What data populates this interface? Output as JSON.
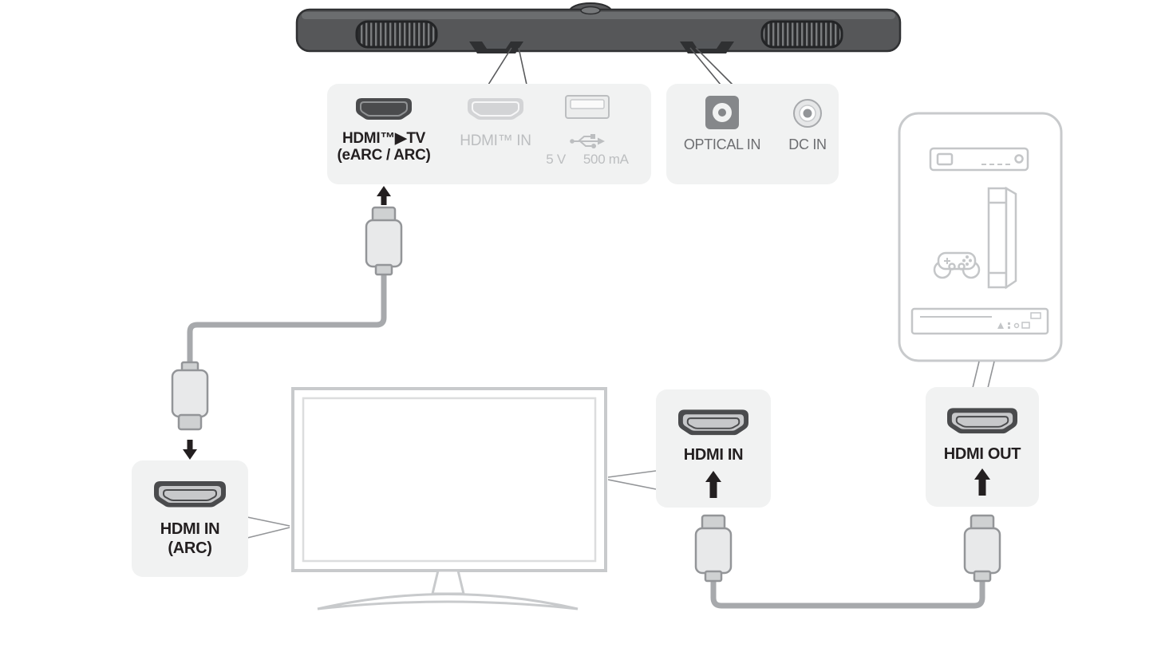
{
  "soundbar_ports_panel": {
    "hdmi_tv": {
      "label_line1": "HDMI™▶TV",
      "label_line2": "(eARC / ARC)"
    },
    "hdmi_in": {
      "label": "HDMI™ IN"
    },
    "usb": {
      "spec_prefix": "5 V",
      "spec_suffix": "500 mA"
    }
  },
  "power_ports_panel": {
    "optical": {
      "label": "OPTICAL IN"
    },
    "dc": {
      "label": "DC IN"
    }
  },
  "tv_connection": {
    "arc_panel": {
      "label_line1": "HDMI IN",
      "label_line2": "(ARC)"
    },
    "hdmi_in_panel": {
      "label": "HDMI IN"
    }
  },
  "device_connection": {
    "hdmi_out_panel": {
      "label": "HDMI OUT"
    }
  },
  "colors": {
    "panel_background": "#f1f2f2",
    "label_dark": "#231f20",
    "label_muted": "#bcbec0",
    "label_secondary": "#6d6e71",
    "cable_gray": "#a7a9ac",
    "soundbar_body": "#58595b",
    "outline_light_gray": "#c8cacc",
    "port_dark": "#4a4b4d"
  }
}
